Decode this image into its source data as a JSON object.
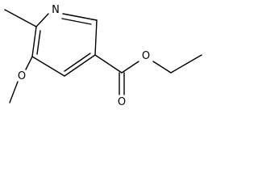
{
  "molecule": {
    "atoms": {
      "ring_nitrogen": "N",
      "methoxy_oxygen": "O",
      "ester_ether_oxygen": "O",
      "carbonyl_oxygen": "O"
    }
  },
  "colors": {
    "bond": "#000000",
    "label": "#000000",
    "background": "#ffffff"
  }
}
